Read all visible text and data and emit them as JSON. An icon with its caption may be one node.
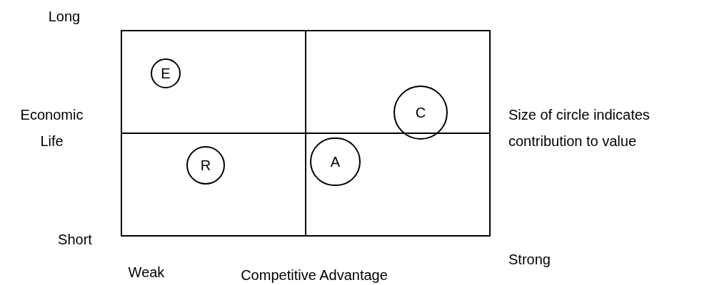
{
  "diagram": {
    "nodes": [
      {
        "text": [
          "E"
        ]
      },
      {
        "text": [
          "C"
        ]
      },
      {
        "text": [
          "R"
        ]
      },
      {
        "text": [
          "A"
        ]
      }
    ],
    "labels": [
      "Long",
      "Economic Life",
      "Size of circle indicates contribution to value",
      "Short",
      "Strong",
      "Weak",
      "Competitive Advantage"
    ]
  }
}
